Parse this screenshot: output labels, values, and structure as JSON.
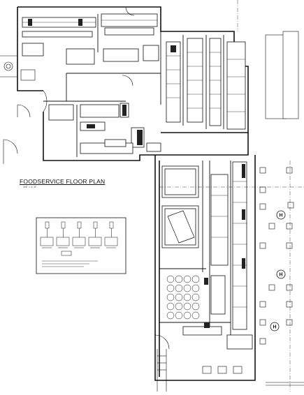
{
  "plan": {
    "title": "FOODSERVICE FLOOR PLAN",
    "scale": "1/4\" = 1'-0\""
  },
  "legend": {
    "panel_count": 5
  },
  "symbols": {
    "h_marker": "H"
  },
  "colors": {
    "line": "#111111",
    "background": "#ffffff"
  }
}
